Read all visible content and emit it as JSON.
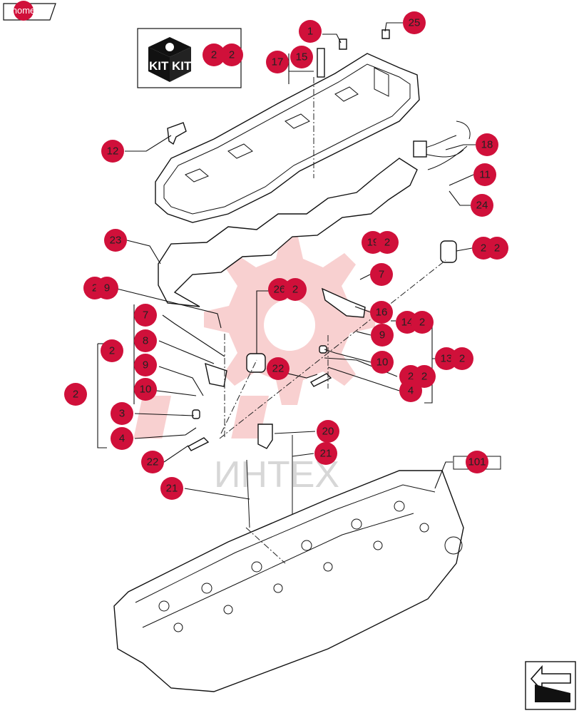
{
  "home_label": "home",
  "watermark_text": "ИНТЕХ",
  "kit_labels": [
    "KIT",
    "KIT"
  ],
  "legend_box_text": "101",
  "callout_color": "#d0103a",
  "callouts": [
    {
      "id": "c25",
      "label": "25"
    },
    {
      "id": "c1",
      "label": "1"
    },
    {
      "id": "c2a",
      "label": "2"
    },
    {
      "id": "c2b",
      "label": "2"
    },
    {
      "id": "c15",
      "label": "15"
    },
    {
      "id": "c17",
      "label": "17"
    },
    {
      "id": "c12",
      "label": "12"
    },
    {
      "id": "c18",
      "label": "18"
    },
    {
      "id": "c11",
      "label": "11"
    },
    {
      "id": "c24",
      "label": "24"
    },
    {
      "id": "c23",
      "label": "23"
    },
    {
      "id": "c19",
      "label": "19"
    },
    {
      "id": "c2c",
      "label": "2"
    },
    {
      "id": "c2d",
      "label": "2"
    },
    {
      "id": "c2e",
      "label": "2"
    },
    {
      "id": "c2f",
      "label": "2"
    },
    {
      "id": "c9a",
      "label": "9"
    },
    {
      "id": "c26",
      "label": "26"
    },
    {
      "id": "c2g",
      "label": "2"
    },
    {
      "id": "c7a",
      "label": "7"
    },
    {
      "id": "c16",
      "label": "16"
    },
    {
      "id": "c14",
      "label": "14"
    },
    {
      "id": "c2h",
      "label": "2"
    },
    {
      "id": "c7b",
      "label": "7"
    },
    {
      "id": "c8",
      "label": "8"
    },
    {
      "id": "c2i",
      "label": "2"
    },
    {
      "id": "c9b",
      "label": "9"
    },
    {
      "id": "c9c",
      "label": "9"
    },
    {
      "id": "c13",
      "label": "13"
    },
    {
      "id": "c2j",
      "label": "2"
    },
    {
      "id": "c10a",
      "label": "10"
    },
    {
      "id": "c22a",
      "label": "22"
    },
    {
      "id": "c10b",
      "label": "10"
    },
    {
      "id": "c2k",
      "label": "2"
    },
    {
      "id": "c2l",
      "label": "2"
    },
    {
      "id": "c4a",
      "label": "4"
    },
    {
      "id": "c2m",
      "label": "2"
    },
    {
      "id": "c3",
      "label": "3"
    },
    {
      "id": "c20",
      "label": "20"
    },
    {
      "id": "c4b",
      "label": "4"
    },
    {
      "id": "c21a",
      "label": "21"
    },
    {
      "id": "c22b",
      "label": "22"
    },
    {
      "id": "c101",
      "label": "101"
    },
    {
      "id": "c21b",
      "label": "21"
    }
  ]
}
